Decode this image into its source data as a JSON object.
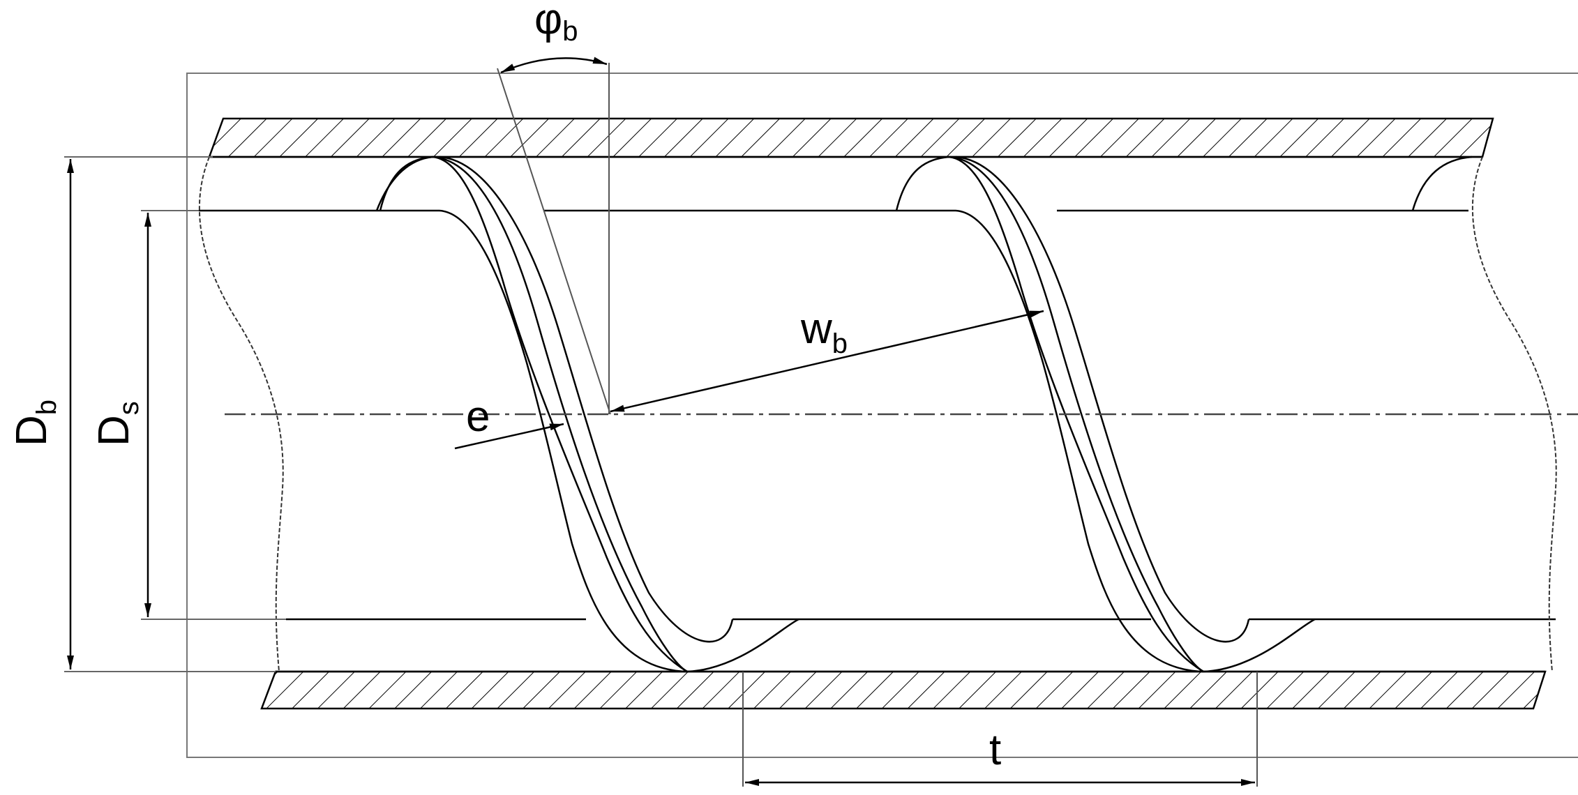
{
  "diagram": {
    "labels": {
      "Db": {
        "main": "D",
        "sub": "b"
      },
      "Ds": {
        "main": "D",
        "sub": "s"
      },
      "phi": {
        "main": "φ",
        "sub": "b"
      },
      "wb": {
        "main": "w",
        "sub": "b"
      },
      "e": {
        "main": "e"
      },
      "t": {
        "main": "t"
      }
    },
    "colors": {
      "stroke": "#000000",
      "thin": "#555555",
      "background": "#ffffff"
    }
  }
}
